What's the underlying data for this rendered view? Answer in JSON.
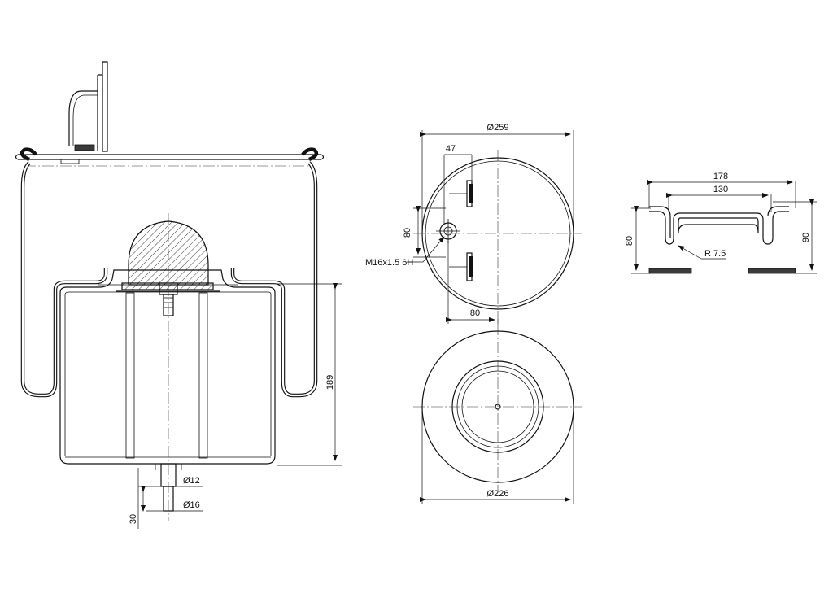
{
  "side_view": {
    "height_dim": "189",
    "pin_dia_small": "Ø12",
    "pin_dia_large": "Ø16",
    "pin_length": "30"
  },
  "top_view": {
    "outer_dia": "Ø259",
    "offset_47": "47",
    "offset_80_v": "80",
    "offset_80_h": "80",
    "thread": "M16x1.5 6H"
  },
  "bottom_view": {
    "piston_dia": "Ø226"
  },
  "section_view": {
    "width_outer": "178",
    "width_inner": "130",
    "height_left": "80",
    "height_right": "90",
    "radius": "R 7.5"
  },
  "icons": [
    "bead-plate-section",
    "air-bellow-section",
    "piston-section",
    "bracket",
    "rubber-bumper",
    "mounting-pin"
  ]
}
